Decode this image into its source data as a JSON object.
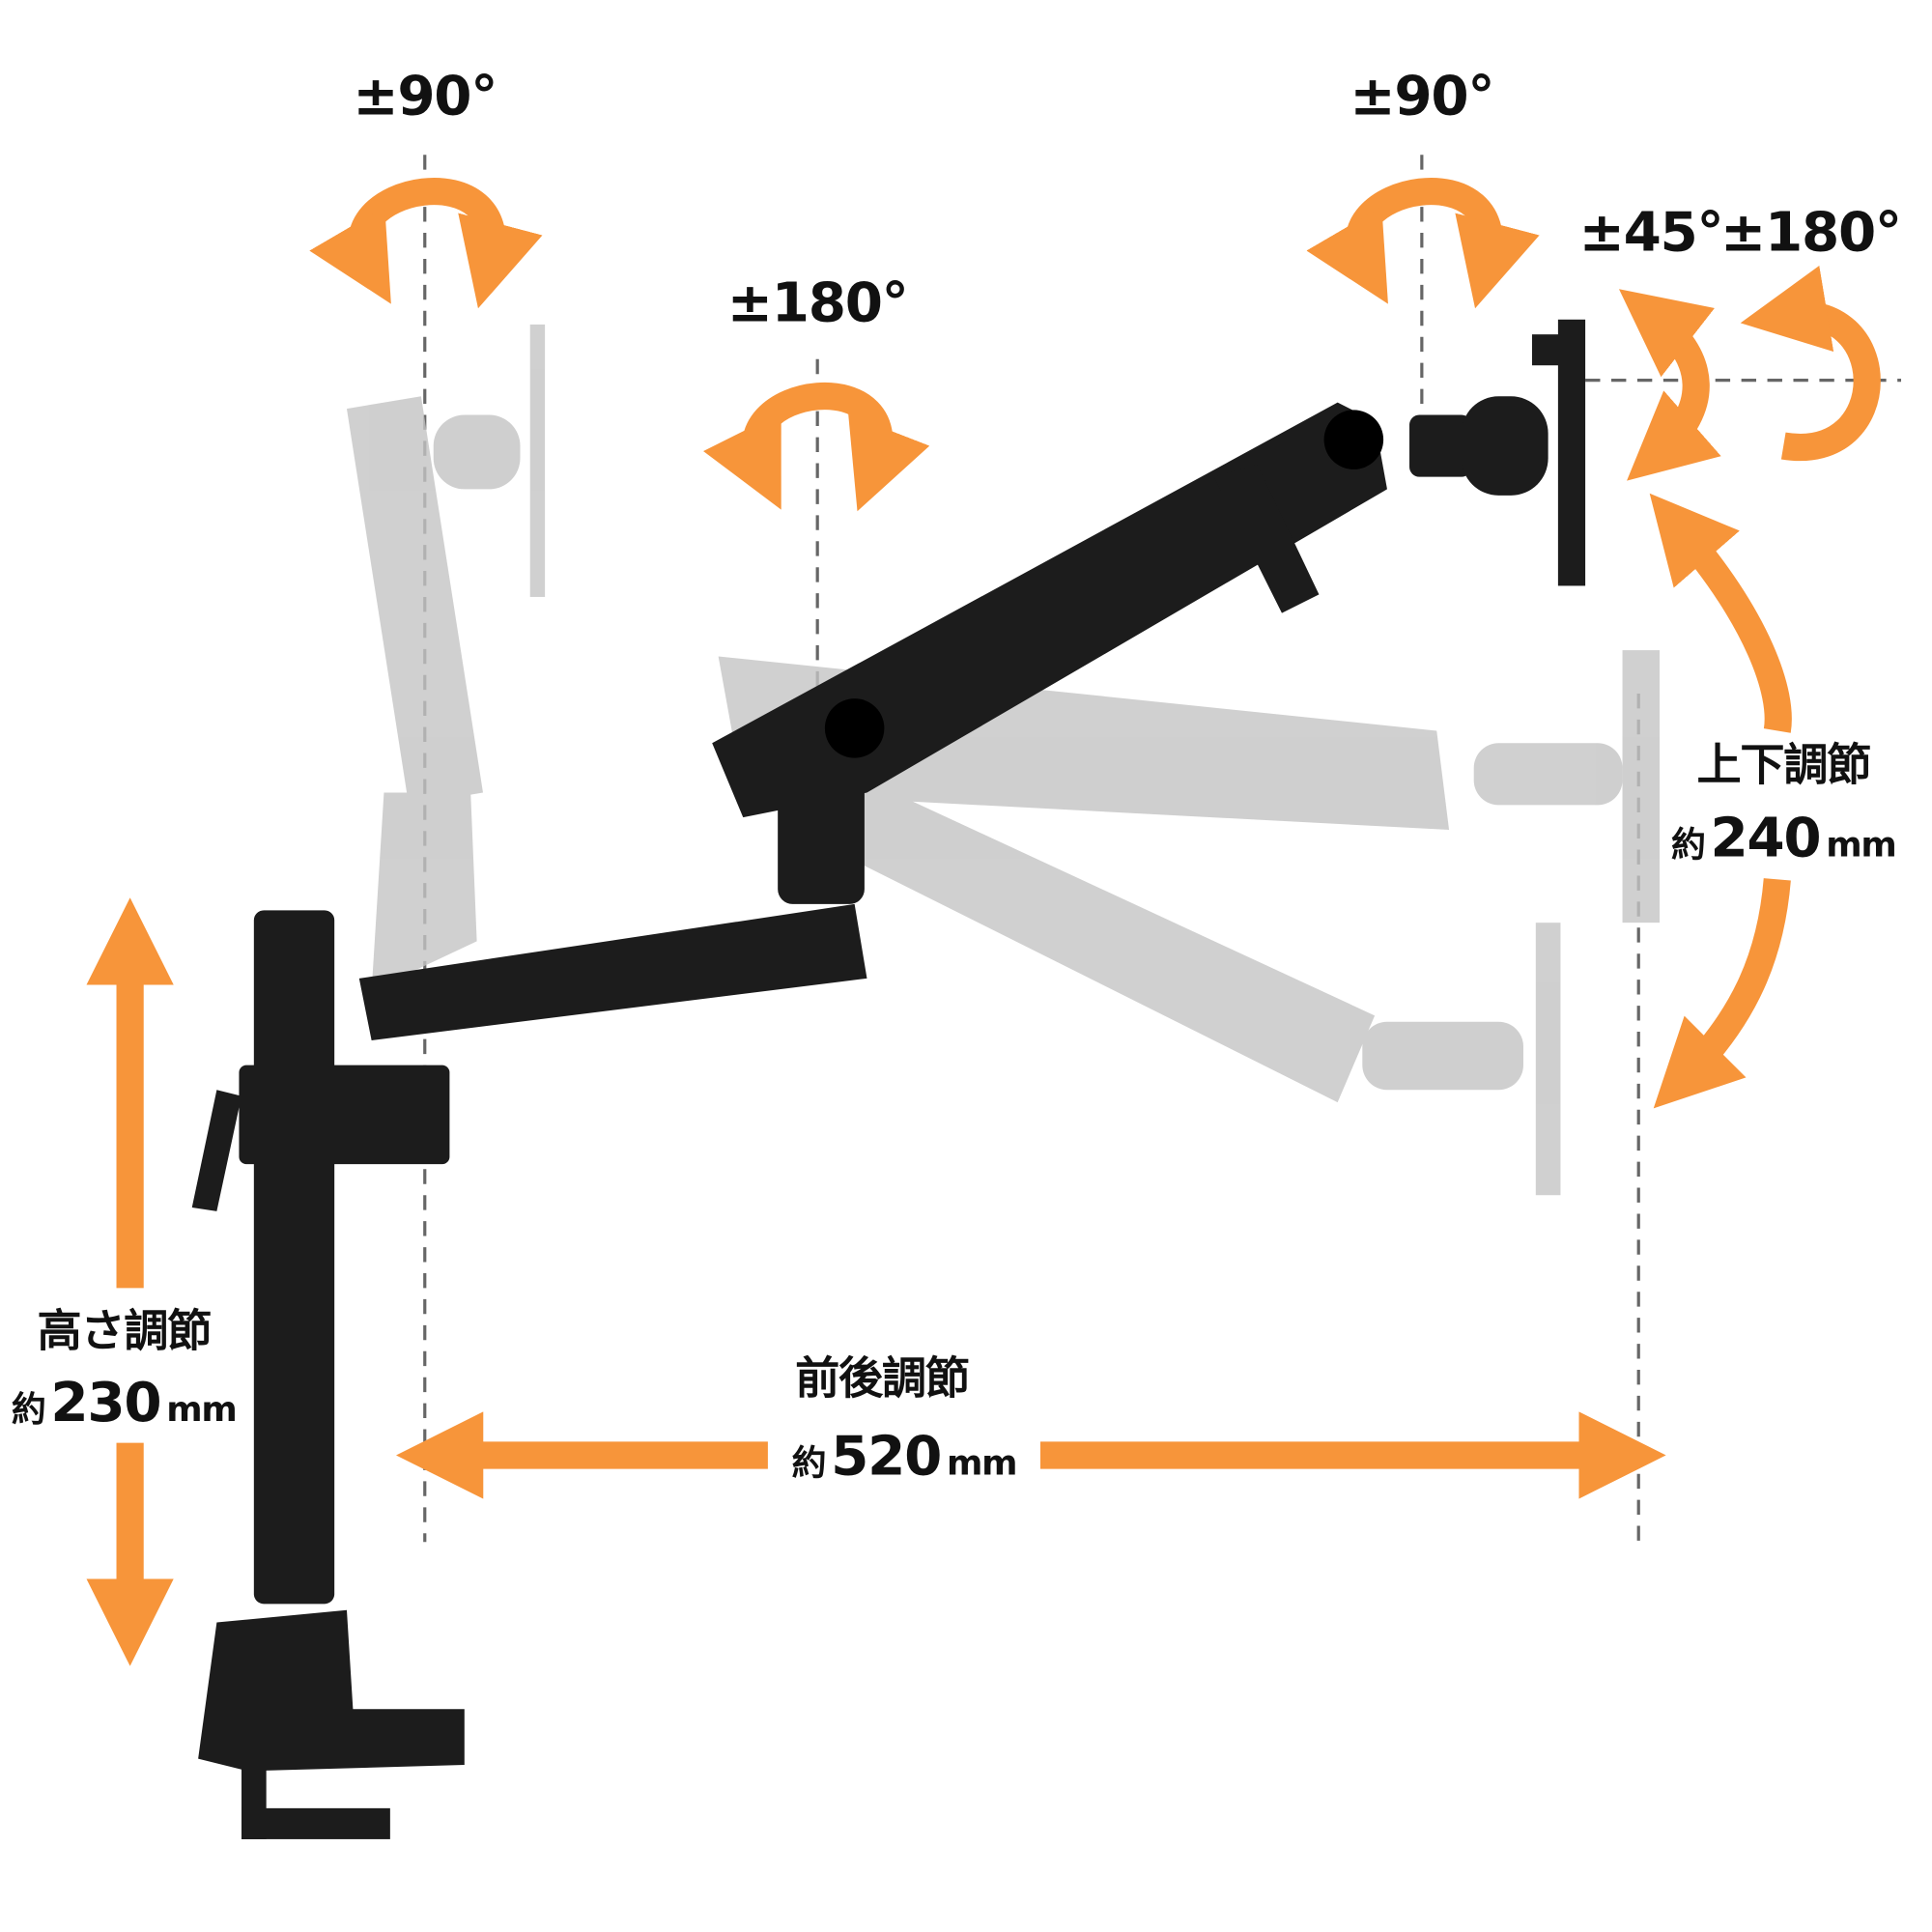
{
  "labels": {
    "rotate_left_base": "±90°",
    "rotate_middle_joint": "±180°",
    "rotate_head": "±90°",
    "tilt": "±45°",
    "rotation": "±180°",
    "vertical_adjust_title": "上下調節",
    "vertical_adjust_prefix": "約",
    "vertical_adjust_value": "240",
    "vertical_adjust_unit": "mm",
    "height_adjust_title": "高さ調節",
    "height_adjust_prefix": "約",
    "height_adjust_value": "230",
    "height_adjust_unit": "mm",
    "depth_adjust_title": "前後調節",
    "depth_adjust_prefix": "約",
    "depth_adjust_value": "520",
    "depth_adjust_unit": "mm"
  },
  "colors": {
    "accent": "#F7953A",
    "arm": "#1c1c1c",
    "ghost": "#bdbdbd",
    "guide": "#666666"
  }
}
